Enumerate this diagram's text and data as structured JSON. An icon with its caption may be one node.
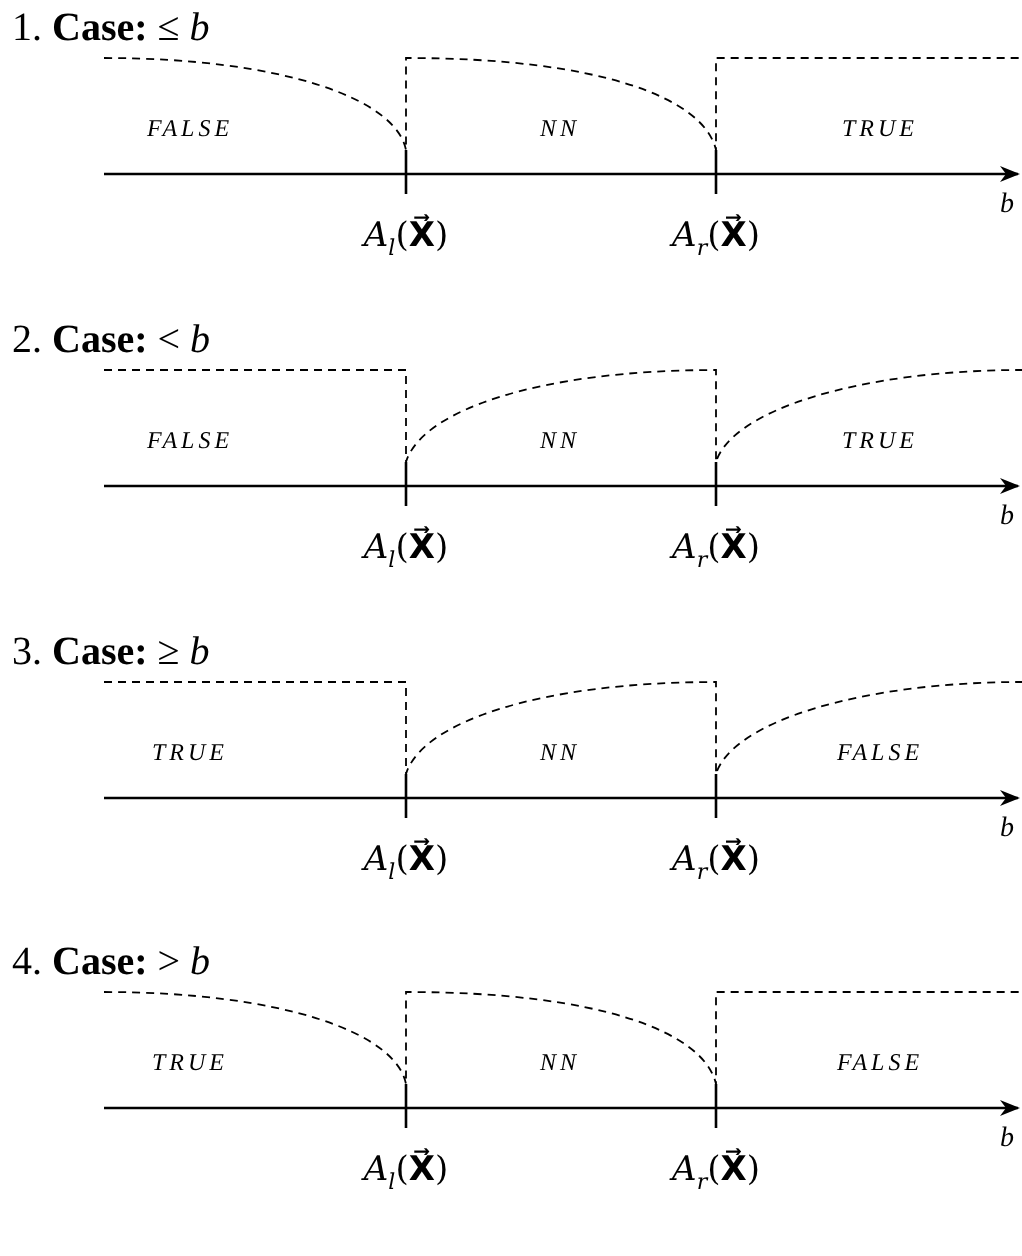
{
  "diagram": {
    "labels": [
      "1. **Case:** ≤ *b*",
      "FALSE",
      "NN",
      "TRUE",
      "b",
      "*A*$_{l}$(**X⃗**)",
      "*A*$_{r}$(**X⃗**)",
      "2. **Case:** < *b*",
      "FALSE",
      "NN",
      "TRUE",
      "b",
      "*A*$_{l}$(**X⃗**)",
      "*A*$_{r}$(**X⃗**)",
      "3. **Case:** ≥ *b*",
      "TRUE",
      "NN",
      "FALSE",
      "b",
      "*A*$_{l}$(**X⃗**)",
      "*A*$_{r}$(**X⃗**)",
      "4. **Case:** > *b*",
      "TRUE",
      "NN",
      "FALSE",
      "b",
      "*A*$_{l}$(**X⃗**)",
      "*A*$_{r}$(**X⃗**)"
    ]
  }
}
